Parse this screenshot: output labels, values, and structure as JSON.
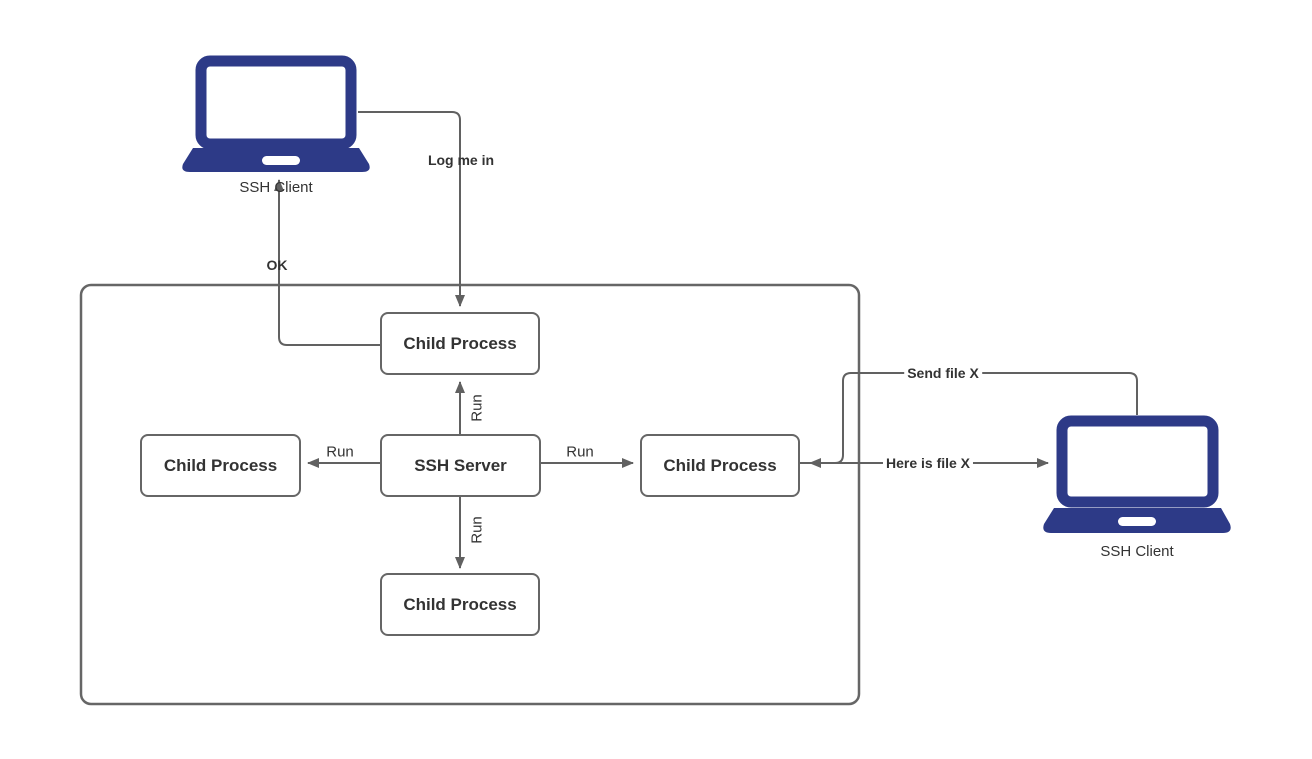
{
  "diagram": {
    "type": "ssh-architecture-flowchart",
    "colors": {
      "edge_line": "#616161",
      "box_border": "#666666",
      "container_border": "#666666",
      "text": "#333333",
      "laptop_fill": "#2d3a87",
      "background": "#ffffff"
    },
    "nodes": {
      "client_left": {
        "label": "SSH Client"
      },
      "client_right": {
        "label": "SSH Client"
      },
      "ssh_server": {
        "label": "SSH Server"
      },
      "child_top": {
        "label": "Child Process"
      },
      "child_left": {
        "label": "Child Process"
      },
      "child_right": {
        "label": "Child Process"
      },
      "child_bottom": {
        "label": "Child Process"
      }
    },
    "edges": {
      "log_me_in": {
        "label": "Log me in"
      },
      "ok": {
        "label": "OK"
      },
      "run_up": {
        "label": "Run"
      },
      "run_down": {
        "label": "Run"
      },
      "run_left": {
        "label": "Run"
      },
      "run_right": {
        "label": "Run"
      },
      "send_file": {
        "label": "Send file X"
      },
      "here_is_file": {
        "label": "Here is file X"
      }
    }
  }
}
